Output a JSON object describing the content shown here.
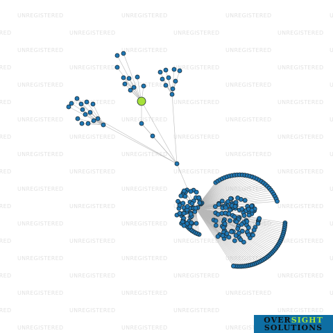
{
  "watermark": {
    "text": "UNREGISTERED",
    "color": "#e2e2e2"
  },
  "graph": {
    "node_color": "#1f77b4",
    "node_stroke": "#1a2a33",
    "highlight_color": "#a6e03a",
    "edge_color": "#b8b8b8",
    "clusters": [
      {
        "id": "hub",
        "members": 1
      },
      {
        "id": "upper-fan",
        "members": 10
      },
      {
        "id": "top-right-fan",
        "members": 10
      },
      {
        "id": "left-fan",
        "members": 13
      },
      {
        "id": "main-cluster",
        "members": 220
      },
      {
        "id": "lower-arc",
        "members": 40
      }
    ]
  },
  "logo": {
    "line1_a": "OVER",
    "line1_b": "SIGHT",
    "line2": "SOLUTIONS",
    "background": "#0e6ea3",
    "accent": "#a6e43a"
  }
}
